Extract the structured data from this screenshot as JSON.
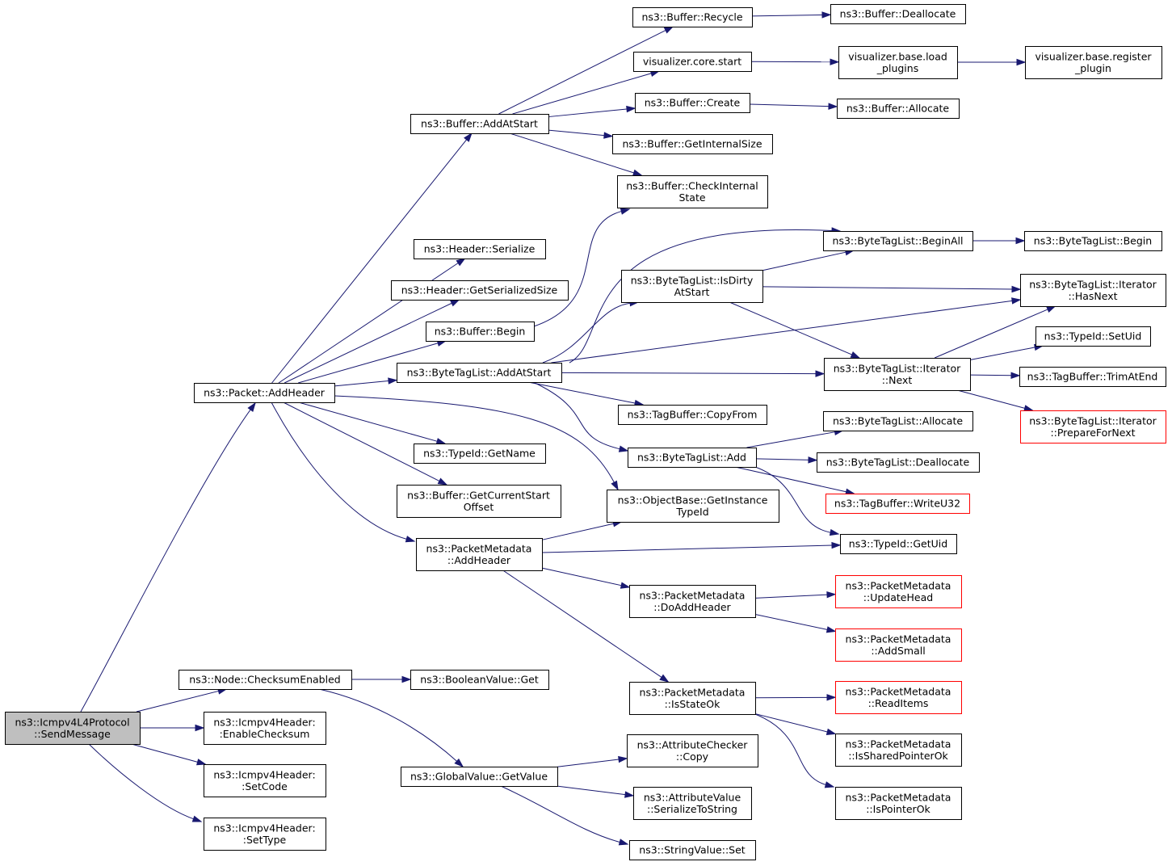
{
  "colors": {
    "edge": "#191970",
    "node_border": "#000000",
    "node_border_truncated": "#ff0000",
    "root_fill": "#bfbfbf",
    "node_fill": "#ffffff"
  },
  "nodes": {
    "root": {
      "lines": [
        "ns3::Icmpv4L4Protocol",
        "::SendMessage"
      ],
      "kind": "root"
    },
    "packet_addheader": {
      "lines": [
        "ns3::Packet::AddHeader"
      ]
    },
    "node_checksumenabled": {
      "lines": [
        "ns3::Node::ChecksumEnabled"
      ]
    },
    "icmp_enablechecksum": {
      "lines": [
        "ns3::Icmpv4Header:",
        ":EnableChecksum"
      ]
    },
    "icmp_setcode": {
      "lines": [
        "ns3::Icmpv4Header:",
        ":SetCode"
      ]
    },
    "icmp_settype": {
      "lines": [
        "ns3::Icmpv4Header:",
        ":SetType"
      ]
    },
    "buffer_addatstart": {
      "lines": [
        "ns3::Buffer::AddAtStart"
      ]
    },
    "header_serialize": {
      "lines": [
        "ns3::Header::Serialize"
      ]
    },
    "header_getserializedsize": {
      "lines": [
        "ns3::Header::GetSerializedSize"
      ]
    },
    "buffer_begin": {
      "lines": [
        "ns3::Buffer::Begin"
      ]
    },
    "bytetaglist_addatstart": {
      "lines": [
        "ns3::ByteTagList::AddAtStart"
      ]
    },
    "typeid_getname": {
      "lines": [
        "ns3::TypeId::GetName"
      ]
    },
    "buffer_getcurrentstartoffset": {
      "lines": [
        "ns3::Buffer::GetCurrentStart",
        "Offset"
      ]
    },
    "packetmetadata_addheader": {
      "lines": [
        "ns3::PacketMetadata",
        "::AddHeader"
      ]
    },
    "booleanvalue_get": {
      "lines": [
        "ns3::BooleanValue::Get"
      ]
    },
    "globalvalue_getvalue": {
      "lines": [
        "ns3::GlobalValue::GetValue"
      ]
    },
    "buffer_recycle": {
      "lines": [
        "ns3::Buffer::Recycle"
      ]
    },
    "visualizer_core_start": {
      "lines": [
        "visualizer.core.start"
      ]
    },
    "buffer_create": {
      "lines": [
        "ns3::Buffer::Create"
      ]
    },
    "buffer_getinternalsize": {
      "lines": [
        "ns3::Buffer::GetInternalSize"
      ]
    },
    "buffer_checkinternalstate": {
      "lines": [
        "ns3::Buffer::CheckInternal",
        "State"
      ]
    },
    "bytetaglist_isdirtyatstart": {
      "lines": [
        "ns3::ByteTagList::IsDirty",
        "AtStart"
      ]
    },
    "tagbuffer_copyfrom": {
      "lines": [
        "ns3::TagBuffer::CopyFrom"
      ]
    },
    "bytetaglist_add": {
      "lines": [
        "ns3::ByteTagList::Add"
      ]
    },
    "objectbase_getinstancetypeid": {
      "lines": [
        "ns3::ObjectBase::GetInstance",
        "TypeId"
      ]
    },
    "packetmetadata_doaddheader": {
      "lines": [
        "ns3::PacketMetadata",
        "::DoAddHeader"
      ]
    },
    "packetmetadata_isstateok": {
      "lines": [
        "ns3::PacketMetadata",
        "::IsStateOk"
      ]
    },
    "attributechecker_copy": {
      "lines": [
        "ns3::AttributeChecker",
        "::Copy"
      ]
    },
    "attributevalue_serializetostring": {
      "lines": [
        "ns3::AttributeValue",
        "::SerializeToString"
      ]
    },
    "stringvalue_set": {
      "lines": [
        "ns3::StringValue::Set"
      ]
    },
    "buffer_deallocate": {
      "lines": [
        "ns3::Buffer::Deallocate"
      ]
    },
    "visualizer_base_load_plugins": {
      "lines": [
        "visualizer.base.load",
        "_plugins"
      ]
    },
    "buffer_allocate": {
      "lines": [
        "ns3::Buffer::Allocate"
      ]
    },
    "bytetaglist_beginall": {
      "lines": [
        "ns3::ByteTagList::BeginAll"
      ]
    },
    "bytetaglist_iterator_next": {
      "lines": [
        "ns3::ByteTagList::Iterator",
        "::Next"
      ]
    },
    "bytetaglist_allocate": {
      "lines": [
        "ns3::ByteTagList::Allocate"
      ]
    },
    "bytetaglist_deallocate": {
      "lines": [
        "ns3::ByteTagList::Deallocate"
      ]
    },
    "tagbuffer_writeu32": {
      "lines": [
        "ns3::TagBuffer::WriteU32"
      ],
      "kind": "truncated"
    },
    "typeid_getuid": {
      "lines": [
        "ns3::TypeId::GetUid"
      ]
    },
    "packetmetadata_updatehead": {
      "lines": [
        "ns3::PacketMetadata",
        "::UpdateHead"
      ],
      "kind": "truncated"
    },
    "packetmetadata_addsmall": {
      "lines": [
        "ns3::PacketMetadata",
        "::AddSmall"
      ],
      "kind": "truncated"
    },
    "packetmetadata_readitems": {
      "lines": [
        "ns3::PacketMetadata",
        "::ReadItems"
      ],
      "kind": "truncated"
    },
    "packetmetadata_issharedpointerok": {
      "lines": [
        "ns3::PacketMetadata",
        "::IsSharedPointerOk"
      ]
    },
    "packetmetadata_ispointerok": {
      "lines": [
        "ns3::PacketMetadata",
        "::IsPointerOk"
      ]
    },
    "visualizer_base_register_plugin": {
      "lines": [
        "visualizer.base.register",
        "_plugin"
      ]
    },
    "bytetaglist_begin": {
      "lines": [
        "ns3::ByteTagList::Begin"
      ]
    },
    "bytetaglist_iterator_hasnext": {
      "lines": [
        "ns3::ByteTagList::Iterator",
        "::HasNext"
      ]
    },
    "typeid_setuid": {
      "lines": [
        "ns3::TypeId::SetUid"
      ]
    },
    "tagbuffer_trimatend": {
      "lines": [
        "ns3::TagBuffer::TrimAtEnd"
      ]
    },
    "bytetaglist_iterator_preparefornext": {
      "lines": [
        "ns3::ByteTagList::Iterator",
        "::PrepareForNext"
      ],
      "kind": "truncated"
    }
  },
  "edges": [
    [
      "root",
      "packet_addheader"
    ],
    [
      "root",
      "node_checksumenabled"
    ],
    [
      "root",
      "icmp_enablechecksum"
    ],
    [
      "root",
      "icmp_setcode"
    ],
    [
      "root",
      "icmp_settype"
    ],
    [
      "packet_addheader",
      "buffer_addatstart"
    ],
    [
      "packet_addheader",
      "header_serialize"
    ],
    [
      "packet_addheader",
      "header_getserializedsize"
    ],
    [
      "packet_addheader",
      "buffer_begin"
    ],
    [
      "packet_addheader",
      "bytetaglist_addatstart"
    ],
    [
      "packet_addheader",
      "typeid_getname"
    ],
    [
      "packet_addheader",
      "buffer_getcurrentstartoffset"
    ],
    [
      "packet_addheader",
      "objectbase_getinstancetypeid"
    ],
    [
      "packet_addheader",
      "packetmetadata_addheader"
    ],
    [
      "buffer_addatstart",
      "buffer_recycle"
    ],
    [
      "buffer_addatstart",
      "visualizer_core_start"
    ],
    [
      "buffer_addatstart",
      "buffer_create"
    ],
    [
      "buffer_addatstart",
      "buffer_getinternalsize"
    ],
    [
      "buffer_addatstart",
      "buffer_checkinternalstate"
    ],
    [
      "buffer_begin",
      "buffer_checkinternalstate"
    ],
    [
      "buffer_recycle",
      "buffer_deallocate"
    ],
    [
      "visualizer_core_start",
      "visualizer_base_load_plugins"
    ],
    [
      "visualizer_base_load_plugins",
      "visualizer_base_register_plugin"
    ],
    [
      "buffer_create",
      "buffer_allocate"
    ],
    [
      "bytetaglist_addatstart",
      "bytetaglist_beginall"
    ],
    [
      "bytetaglist_addatstart",
      "bytetaglist_isdirtyatstart"
    ],
    [
      "bytetaglist_addatstart",
      "bytetaglist_iterator_hasnext"
    ],
    [
      "bytetaglist_addatstart",
      "bytetaglist_iterator_next"
    ],
    [
      "bytetaglist_addatstart",
      "tagbuffer_copyfrom"
    ],
    [
      "bytetaglist_addatstart",
      "bytetaglist_add"
    ],
    [
      "bytetaglist_beginall",
      "bytetaglist_begin"
    ],
    [
      "bytetaglist_isdirtyatstart",
      "bytetaglist_beginall"
    ],
    [
      "bytetaglist_isdirtyatstart",
      "bytetaglist_iterator_hasnext"
    ],
    [
      "bytetaglist_isdirtyatstart",
      "bytetaglist_iterator_next"
    ],
    [
      "bytetaglist_iterator_next",
      "bytetaglist_iterator_hasnext"
    ],
    [
      "bytetaglist_iterator_next",
      "typeid_setuid"
    ],
    [
      "bytetaglist_iterator_next",
      "tagbuffer_trimatend"
    ],
    [
      "bytetaglist_iterator_next",
      "bytetaglist_iterator_preparefornext"
    ],
    [
      "bytetaglist_add",
      "bytetaglist_allocate"
    ],
    [
      "bytetaglist_add",
      "bytetaglist_deallocate"
    ],
    [
      "bytetaglist_add",
      "tagbuffer_writeu32"
    ],
    [
      "bytetaglist_add",
      "typeid_getuid"
    ],
    [
      "packetmetadata_addheader",
      "objectbase_getinstancetypeid"
    ],
    [
      "packetmetadata_addheader",
      "typeid_getuid"
    ],
    [
      "packetmetadata_addheader",
      "packetmetadata_doaddheader"
    ],
    [
      "packetmetadata_addheader",
      "packetmetadata_isstateok"
    ],
    [
      "packetmetadata_doaddheader",
      "packetmetadata_updatehead"
    ],
    [
      "packetmetadata_doaddheader",
      "packetmetadata_addsmall"
    ],
    [
      "packetmetadata_isstateok",
      "packetmetadata_readitems"
    ],
    [
      "packetmetadata_isstateok",
      "packetmetadata_issharedpointerok"
    ],
    [
      "packetmetadata_isstateok",
      "packetmetadata_ispointerok"
    ],
    [
      "node_checksumenabled",
      "booleanvalue_get"
    ],
    [
      "node_checksumenabled",
      "globalvalue_getvalue"
    ],
    [
      "globalvalue_getvalue",
      "attributechecker_copy"
    ],
    [
      "globalvalue_getvalue",
      "attributevalue_serializetostring"
    ],
    [
      "globalvalue_getvalue",
      "stringvalue_set"
    ]
  ]
}
